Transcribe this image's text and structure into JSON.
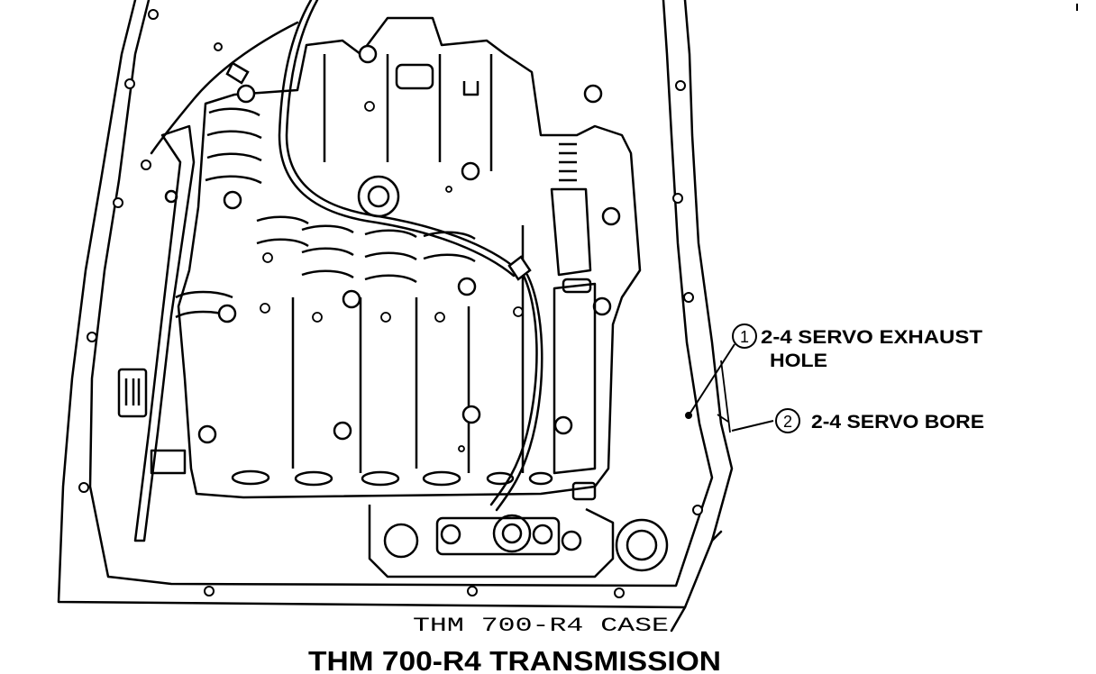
{
  "diagram": {
    "callouts": [
      {
        "number": "1",
        "line1": "2-4 SERVO EXHAUST",
        "line2": "HOLE"
      },
      {
        "number": "2",
        "line1": "2-4 SERVO BORE",
        "line2": ""
      }
    ],
    "case_label": "THM 700-R4 CASE",
    "title": "THM 700-R4 TRANSMISSION"
  }
}
